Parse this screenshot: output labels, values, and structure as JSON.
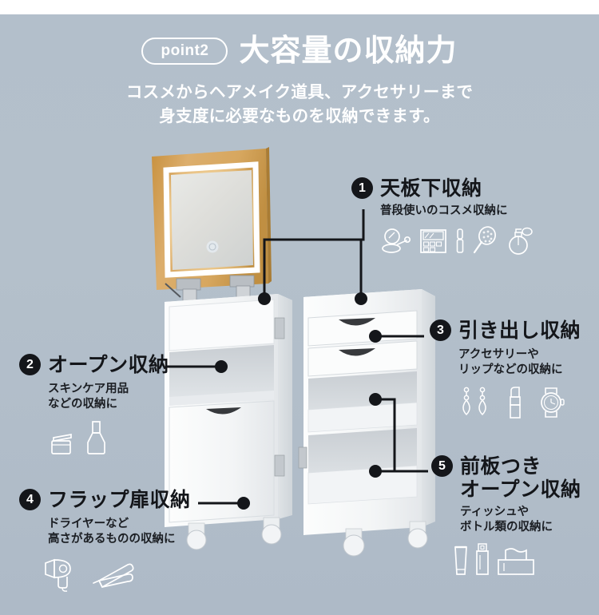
{
  "header": {
    "badge": "point2",
    "title": "大容量の収納力",
    "subtitle_line1": "コスメからヘアメイク道具、アクセサリーまで",
    "subtitle_line2": "身支度に必要なものを収納できます。"
  },
  "colors": {
    "background_top": "#b3bfcb",
    "background_bottom": "#aebac7",
    "text_light": "#ffffff",
    "text_dark": "#14161a",
    "marker": "#14161a",
    "wood": "#d9a864",
    "led_glow": "#f7d9a0",
    "cabinet_white": "#f7f8f9"
  },
  "callouts": [
    {
      "number": "1",
      "title": "天板下収納",
      "subtitle": "普段使いのコスメ収納に",
      "icons": [
        "hand-mirror-icon",
        "makeup-palette-icon",
        "mascara-icon",
        "hairbrush-icon",
        "perfume-bottle-icon"
      ]
    },
    {
      "number": "2",
      "title": "オープン収納",
      "subtitle_line1": "スキンケア用品",
      "subtitle_line2": "などの収納に",
      "icons": [
        "cream-jar-icon",
        "skincare-bottle-icon"
      ]
    },
    {
      "number": "3",
      "title": "引き出し収納",
      "subtitle_line1": "アクセサリーや",
      "subtitle_line2": "リップなどの収納に",
      "icons": [
        "earrings-icon",
        "lipstick-icon",
        "wristwatch-icon"
      ]
    },
    {
      "number": "4",
      "title": "フラップ扉収納",
      "subtitle_line1": "ドライヤーなど",
      "subtitle_line2": "高さがあるものの収納に",
      "icons": [
        "hair-dryer-icon",
        "flat-iron-icon"
      ]
    },
    {
      "number": "5",
      "title_line1": "前板つき",
      "title_line2": "オープン収納",
      "subtitle_line1": "ティッシュや",
      "subtitle_line2": "ボトル類の収納に",
      "icons": [
        "tube-icon",
        "spray-bottle-icon",
        "tissue-box-icon"
      ]
    }
  ],
  "product": {
    "name": "makeup-vanity-cart",
    "parts": [
      "led-mirror-lid",
      "wood-back-panel",
      "mirror-touch-button",
      "hinges",
      "top-compartment",
      "open-shelf",
      "flap-door",
      "drawer-upper",
      "drawer-lower",
      "front-rail-shelf-upper",
      "front-rail-shelf-lower",
      "casters"
    ]
  }
}
